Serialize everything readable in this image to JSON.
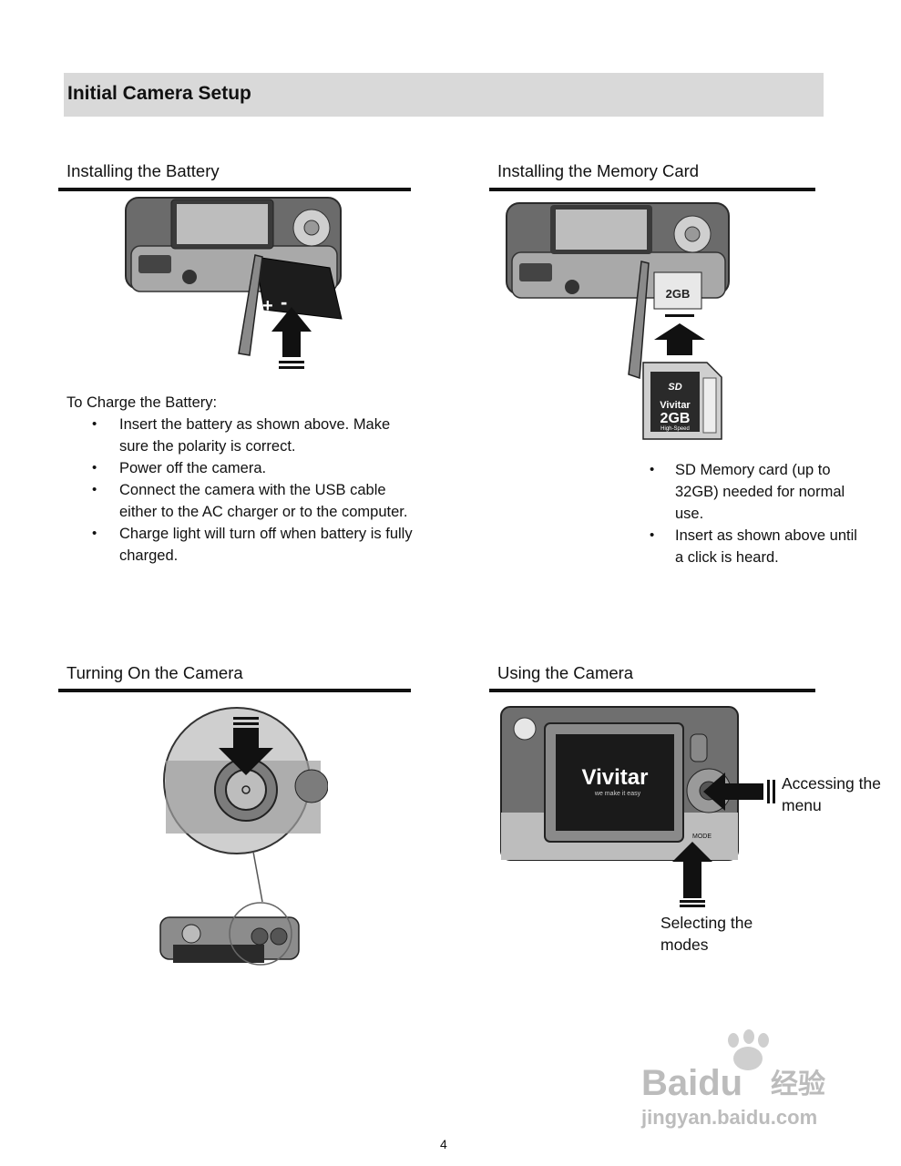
{
  "page_title": "Initial Camera Setup",
  "sections": {
    "battery": {
      "title": "Installing the Battery",
      "polarity_plus": "+",
      "polarity_minus": "-",
      "charge_heading": "To Charge the Battery:",
      "bullets": [
        "Insert the battery as shown above. Make sure the polarity is correct.",
        "Power off the camera.",
        "Connect the camera with the USB cable either to the AC charger or to the computer.",
        "Charge light will turn off when battery is fully charged."
      ]
    },
    "memory": {
      "title": "Installing the Memory Card",
      "card_brand": "Vivitar",
      "card_capacity": "2GB",
      "card_speed": "High-Speed",
      "card_logo": "SD",
      "bullets": [
        "SD Memory card (up to 32GB) needed for normal use.",
        "Insert as shown above until a click is heard."
      ]
    },
    "turning_on": {
      "title": "Turning On the Camera"
    },
    "using": {
      "title": "Using the Camera",
      "screen_brand": "Vivitar",
      "screen_tagline": "we make it easy",
      "mode_label": "MODE",
      "callout_menu": "Accessing the menu",
      "callout_modes": "Selecting the modes"
    }
  },
  "watermark": {
    "brand": "Baidu",
    "cn": "经验",
    "url": "jingyan.baidu.com"
  },
  "page_number": "4"
}
